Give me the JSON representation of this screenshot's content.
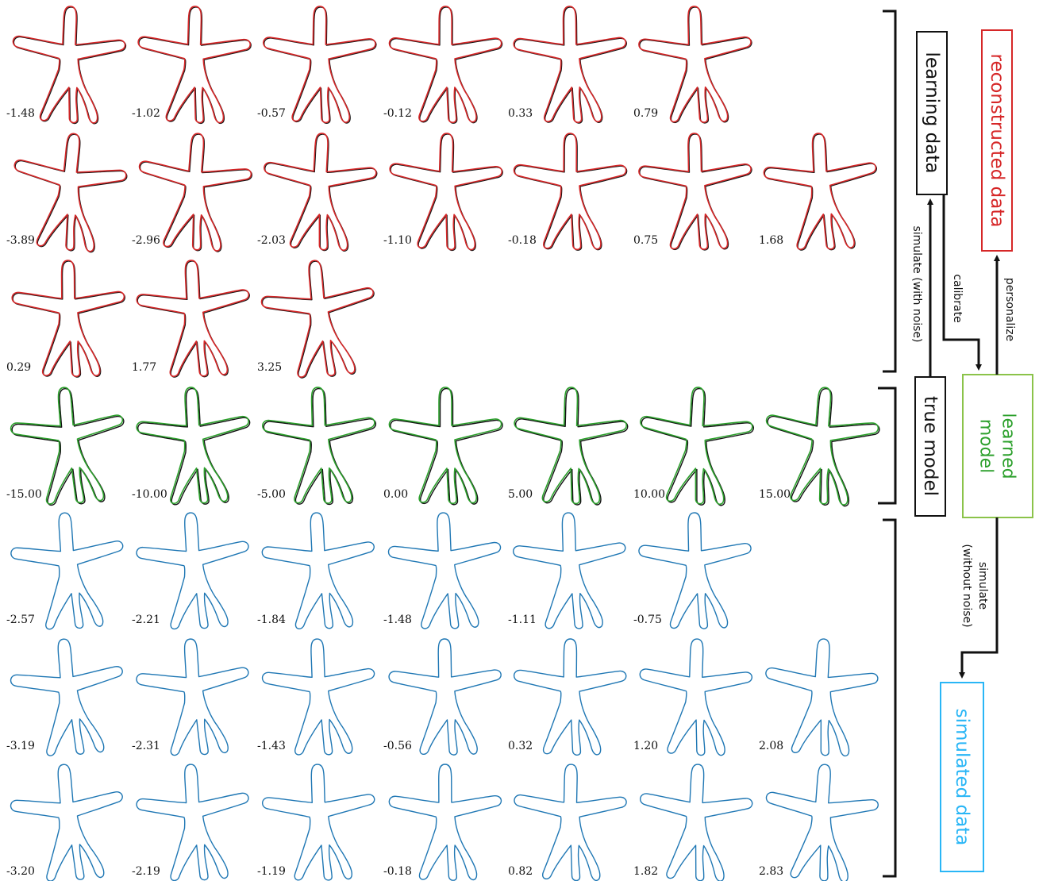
{
  "colors": {
    "reconstructed": "#d62728",
    "true_model": "#111111",
    "learned": "#2ca02c",
    "learned_box": "#8bc34a",
    "simulated": "#1f77b4",
    "simulated_box": "#29b6f6"
  },
  "groups": [
    {
      "id": "reconstructed",
      "rows": [
        {
          "labels": [
            "-1.48",
            "-1.02",
            "-0.57",
            "-0.12",
            "0.33",
            "0.79"
          ]
        },
        {
          "labels": [
            "-3.89",
            "-2.96",
            "-2.03",
            "-1.10",
            "-0.18",
            "0.75",
            "1.68"
          ]
        },
        {
          "labels": [
            "0.29",
            "1.77",
            "3.25"
          ]
        }
      ]
    },
    {
      "id": "model",
      "rows": [
        {
          "labels": [
            "-15.00",
            "-10.00",
            "-5.00",
            "0.00",
            "5.00",
            "10.00",
            "15.00"
          ]
        }
      ]
    },
    {
      "id": "simulated",
      "rows": [
        {
          "labels": [
            "-2.57",
            "-2.21",
            "-1.84",
            "-1.48",
            "-1.11",
            "-0.75"
          ]
        },
        {
          "labels": [
            "-3.19",
            "-2.31",
            "-1.43",
            "-0.56",
            "0.32",
            "1.20",
            "2.08"
          ]
        },
        {
          "labels": [
            "-3.20",
            "-2.19",
            "-1.19",
            "-0.18",
            "0.82",
            "1.82",
            "2.83"
          ]
        }
      ]
    }
  ],
  "boxes": {
    "learning_data": "learning data",
    "reconstructed_data": "reconstructed data",
    "true_model": "true model",
    "learned_model_line1": "learned",
    "learned_model_line2": "model",
    "simulated_data": "simulated data"
  },
  "arrows": {
    "simulate_with_noise": "simulate (with noise)",
    "calibrate": "calibrate",
    "personalize": "personalize",
    "simulate_without_noise_line1": "simulate",
    "simulate_without_noise_line2": "(without noise)"
  }
}
